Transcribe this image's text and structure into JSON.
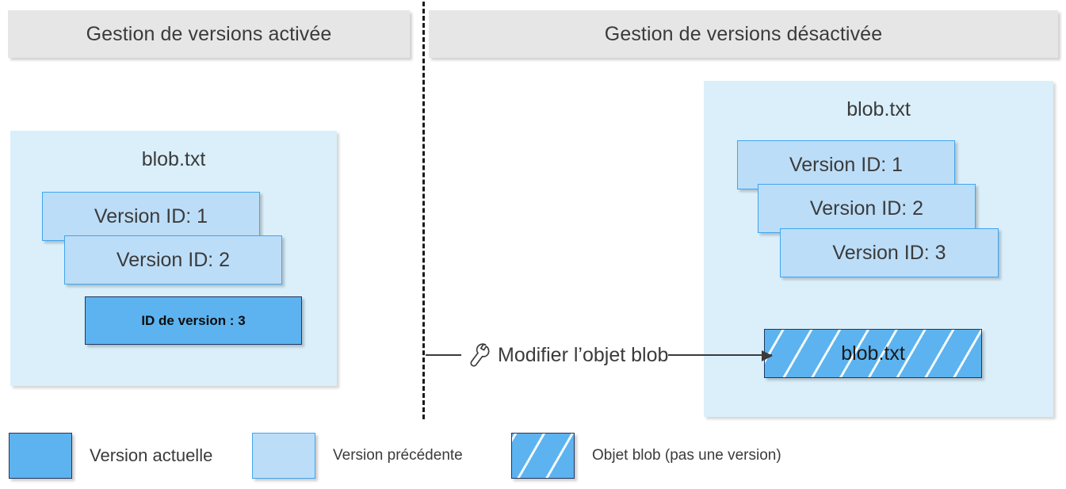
{
  "headers": {
    "left": "Gestion de versions activée",
    "right": "Gestion de versions désactivée"
  },
  "panel_left": {
    "title": "blob.txt",
    "boxes": [
      {
        "label": "Version ID: 1",
        "kind": "previous"
      },
      {
        "label": "Version ID: 2",
        "kind": "previous"
      },
      {
        "label": "ID de version : 3",
        "kind": "current"
      }
    ]
  },
  "panel_right": {
    "title": "blob.txt",
    "boxes": [
      {
        "label": "Version ID: 1",
        "kind": "previous"
      },
      {
        "label": "Version ID: 2",
        "kind": "previous"
      },
      {
        "label": "Version ID: 3",
        "kind": "previous"
      }
    ],
    "blob_object": {
      "label": "blob.txt",
      "kind": "blob-object"
    }
  },
  "modify": {
    "label": "Modifier l’objet blob",
    "icon": "wrench-icon"
  },
  "legend": {
    "items": [
      {
        "label": "Version actuelle",
        "kind": "current"
      },
      {
        "label": "Version précédente",
        "kind": "previous"
      },
      {
        "label": "Objet blob (pas une version)",
        "kind": "blob-object"
      }
    ]
  },
  "colors": {
    "panel_background": "#daeffa",
    "header_background": "#e6e6e6",
    "previous_version_fill": "#bcddf7",
    "previous_version_border": "#41a5ee",
    "current_version_fill": "#5cb3ef",
    "current_version_border": "#1f3864",
    "text": "#3b3b3b",
    "divider": "#1a1a1a"
  }
}
